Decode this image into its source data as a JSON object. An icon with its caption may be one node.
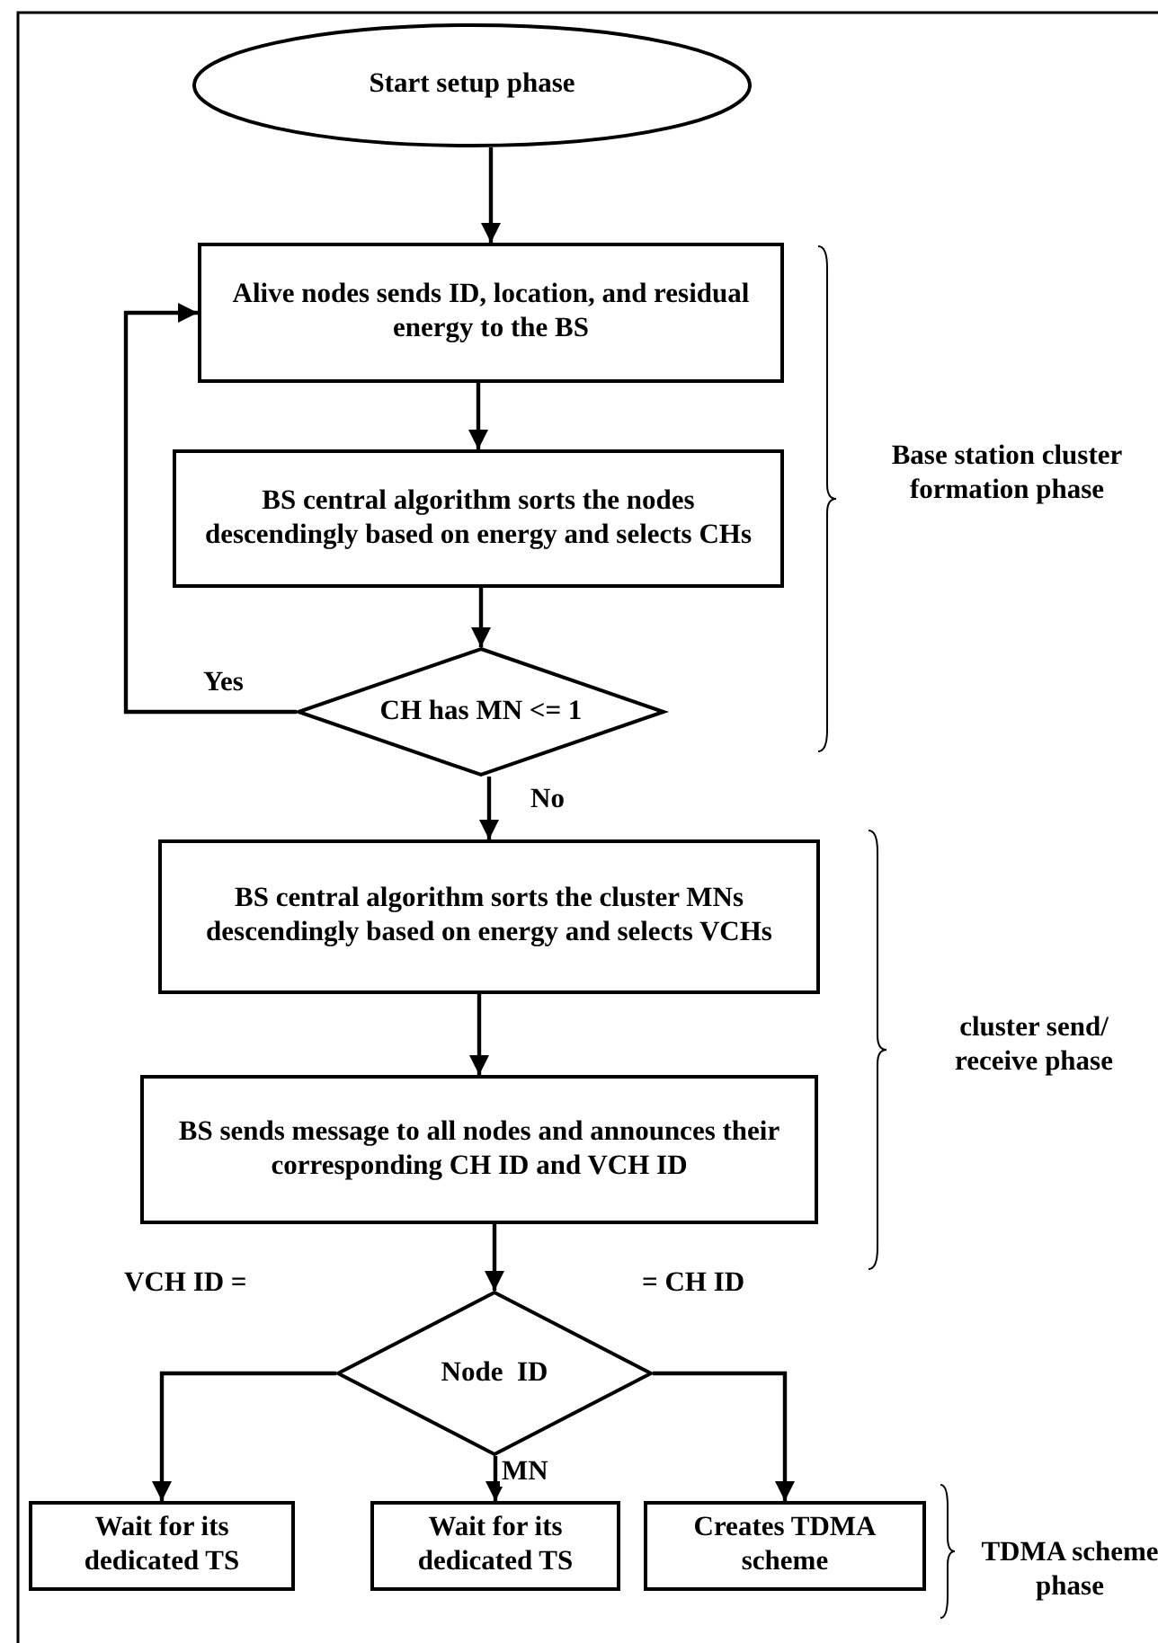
{
  "diagram": {
    "nodes": [
      {
        "text": [
          "Start setup phase"
        ]
      },
      {
        "text": [
          "Alive nodes sends ID, location, and residual energy to the BS"
        ]
      },
      {
        "text": [
          "BS central algorithm sorts the nodes descendingly based on energy and selects CHs"
        ]
      },
      {
        "text": [
          "CH has MN <= 1"
        ]
      },
      {
        "text": [
          "BS central algorithm sorts the cluster MNs descendingly based on energy and selects VCHs"
        ]
      },
      {
        "text": [
          "BS sends message to all nodes and announces their corresponding CH ID and VCH ID"
        ]
      },
      {
        "text": [
          "Node  ID"
        ]
      },
      {
        "text": [
          "Wait for its dedicated TS"
        ]
      },
      {
        "text": [
          "Wait for its dedicated TS"
        ]
      },
      {
        "text": [
          "Creates TDMA scheme"
        ]
      }
    ],
    "edges": [
      {
        "from": 0,
        "to": 1,
        "arrow": "to"
      },
      {
        "from": 1,
        "to": 2,
        "arrow": "to"
      },
      {
        "from": 2,
        "to": 3,
        "arrow": "to"
      },
      {
        "from": 3,
        "to": 1,
        "arrow": "to",
        "label": "Yes"
      },
      {
        "from": 3,
        "to": 4,
        "arrow": "to",
        "label": "No"
      },
      {
        "from": 4,
        "to": 5,
        "arrow": "to"
      },
      {
        "from": 5,
        "to": 6,
        "arrow": "to"
      },
      {
        "from": 6,
        "to": 7,
        "arrow": "to",
        "label": "VCH ID ="
      },
      {
        "from": 6,
        "to": 8,
        "arrow": "to",
        "label": "MN"
      },
      {
        "from": 6,
        "to": 9,
        "arrow": "to",
        "label": "= CH ID"
      }
    ],
    "labels": [
      "Base station cluster formation phase",
      "cluster send/ receive  phase",
      "TDMA scheme phase"
    ]
  }
}
